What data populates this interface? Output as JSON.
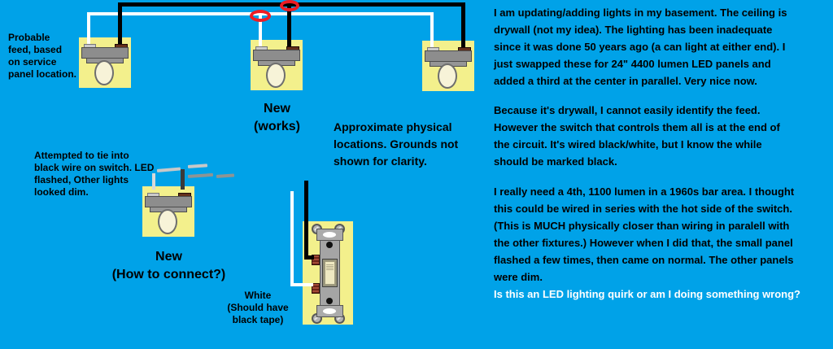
{
  "colors": {
    "background": "#00a2e8",
    "fixture_box_yellow": "#f3f08c",
    "wire_black": "#000000",
    "wire_white": "#ffffff",
    "annotation_red": "#ed1c24"
  },
  "annotations": {
    "probable_feed": "Probable\nfeed, based\non service\npanel location.",
    "new_works": "New\n(works)",
    "approximate_locations": "Approximate physical\nlocations. Grounds not\nshown for clarity.",
    "attempted_tie_in": "Attempted to tie into\nblack wire on switch. LED\nflashed, Other lights\nlooked dim.",
    "new_how_to_connect": "New\n(How to connect?)",
    "white_should_have_tape": "White\n(Should have\nblack tape)"
  },
  "narrative": {
    "paragraph_1": "I am updating/adding lights in my basement. The ceiling is\ndrywall (not my idea). The lighting has been inadequate\nsince it was done 50 years ago (a can light at either end).  I\njust swapped these for 24\" 4400 lumen LED panels and\nadded a third at the center in parallel. Very nice now.",
    "paragraph_2": "Because it's drywall, I cannot easily identify the feed.\nHowever the switch that controls them all is at the end of\nthe circuit. It's wired black/white, but I know the while\nshould be marked black.",
    "paragraph_3": "I really need a 4th, 1100 lumen in a 1960s bar area. I thought\nthis could be wired in series with the hot side of the switch.\n(This is MUCH physically closer than wiring in paralell with\nthe other fixtures.) However when I did that, the small panel\nflashed a few times, then came on normal. The other panels\nwere dim.",
    "question": "Is this an LED lighting quirk or am I doing something wrong?"
  },
  "diagram": {
    "fixtures": [
      "feed light fixture",
      "new middle light fixture (works)",
      "end light fixture",
      "new fixture (how to connect?)"
    ],
    "switch": "single-pole toggle switch",
    "wires": [
      "black hot wire",
      "white neutral wire"
    ],
    "red_circles": "circled tap junctions above middle fixture"
  }
}
